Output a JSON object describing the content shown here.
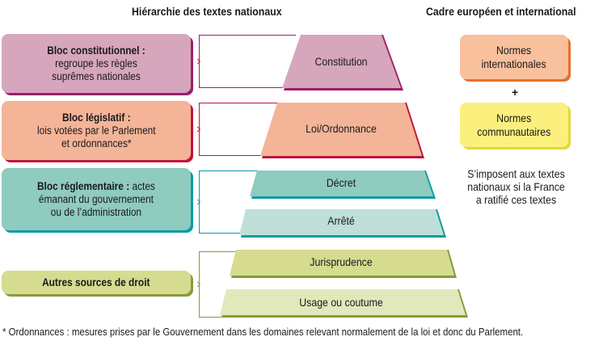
{
  "headers": {
    "national": "Hiérarchie des textes nationaux",
    "european": "Cadre européen et international"
  },
  "blocs": [
    {
      "title": "Bloc constitutionnel :",
      "lines": [
        "regroupe les règles",
        "suprêmes nationales"
      ],
      "fill": "#d6a6bc",
      "edge": "#9b1f6b"
    },
    {
      "title": "Bloc législatif :",
      "lines": [
        "lois votées par le Parlement",
        "et ordonnances*"
      ],
      "fill": "#f4b498",
      "edge": "#c0143c"
    },
    {
      "title": "Bloc réglementaire :",
      "title_suffix": " actes",
      "lines": [
        "émanant du gouvernement",
        "ou de l’administration"
      ],
      "fill": "#8fcbbf",
      "edge": "#0e9aa8"
    },
    {
      "title": "Autres sources de droit",
      "lines": [],
      "fill": "#d5dc8f",
      "edge": "#8a9a3c"
    }
  ],
  "pyramid": [
    {
      "label": "Constitution",
      "fill": "#d6a6bc",
      "edge": "#9b1f6b"
    },
    {
      "label": "Loi/Ordonnance",
      "fill": "#f4b498",
      "edge": "#c0143c"
    },
    {
      "label": "Décret",
      "fill": "#8fcbbf",
      "edge": "#0e9aa8"
    },
    {
      "label": "Arrêté",
      "fill": "#bfe0d8",
      "edge": "#0e9aa8"
    },
    {
      "label": "Jurisprudence",
      "fill": "#d5dc8f",
      "edge": "#8a9a3c"
    },
    {
      "label": "Usage ou coutume",
      "fill": "#e3e8bc",
      "edge": "#8a9a3c"
    }
  ],
  "european": {
    "box1": {
      "lines": [
        "Normes",
        "internationales"
      ],
      "fill": "#f8c09c",
      "edge": "#e8702a"
    },
    "plus": "+",
    "box2": {
      "lines": [
        "Normes",
        "communautaires"
      ],
      "fill": "#fbef7e",
      "edge": "#e6d63a"
    },
    "note": [
      "S’imposent aux textes",
      "nationaux si la France",
      "a ratifié ces textes"
    ]
  },
  "footnote": "* Ordonnances : mesures prises par le Gouvernement dans les domaines relevant normalement de la loi et donc du Parlement."
}
